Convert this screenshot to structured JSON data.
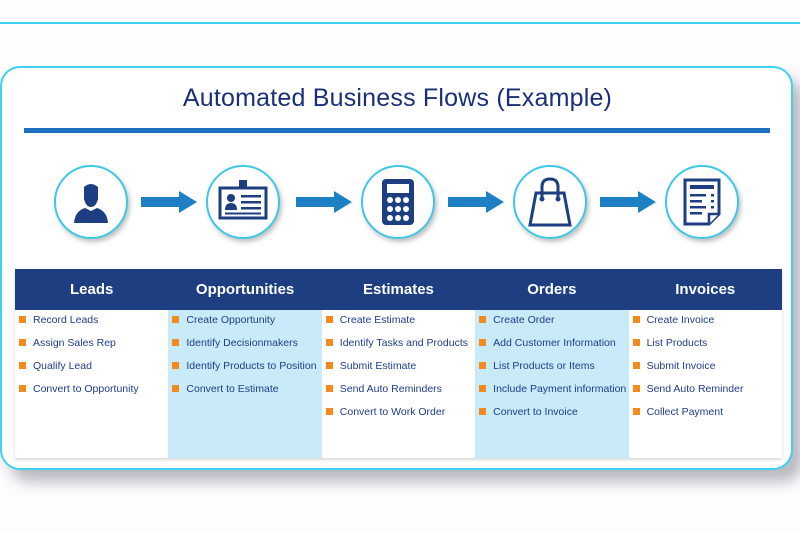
{
  "title": "Automated Business Flows (Example)",
  "colors": {
    "accent": "#3fd2ec",
    "header_bg": "#1d3f82",
    "title_text": "#1a2f7a",
    "rule": "#1f6fbf",
    "arrow": "#1f7fc4",
    "alt_column_bg": "#c9eaf8",
    "bullet": "#f28a1e",
    "item_text": "#1f3d8c"
  },
  "steps": [
    {
      "icon": "person-icon",
      "label": "Leads"
    },
    {
      "icon": "id-badge-icon",
      "label": "Opportunities"
    },
    {
      "icon": "calculator-icon",
      "label": "Estimates"
    },
    {
      "icon": "shopping-bag-icon",
      "label": "Orders"
    },
    {
      "icon": "invoice-document-icon",
      "label": "Invoices"
    }
  ],
  "columns": [
    {
      "header": "Leads",
      "items": [
        "Record Leads",
        "Assign Sales Rep",
        "Qualify Lead",
        "Convert to Opportunity"
      ]
    },
    {
      "header": "Opportunities",
      "items": [
        "Create Opportunity",
        "Identify Decisionmakers",
        "Identify Products to Position",
        "Convert to Estimate"
      ]
    },
    {
      "header": "Estimates",
      "items": [
        "Create Estimate",
        "Identify Tasks and Products",
        "Submit Estimate",
        "Send Auto Reminders",
        "Convert to Work Order"
      ]
    },
    {
      "header": "Orders",
      "items": [
        "Create Order",
        "Add Customer Information",
        "List Products or Items",
        "Include Payment information",
        "Convert to Invoice"
      ]
    },
    {
      "header": "Invoices",
      "items": [
        "Create Invoice",
        "List Products",
        "Submit Invoice",
        "Send Auto Reminder",
        "Collect Payment"
      ]
    }
  ]
}
